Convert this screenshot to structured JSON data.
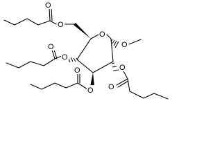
{
  "molecule": {
    "atoms": {
      "ring_oxygen": "O",
      "anomeric_oxygen": "O",
      "o6_ester_oxygen": "O",
      "o6_carbonyl_oxygen": "O",
      "o4_ester_oxygen": "O",
      "o4_carbonyl_oxygen": "O",
      "o3_ester_oxygen": "O",
      "o3_carbonyl_oxygen": "O",
      "o2_ester_oxygen": "O",
      "o2_carbonyl_oxygen": "O"
    }
  }
}
